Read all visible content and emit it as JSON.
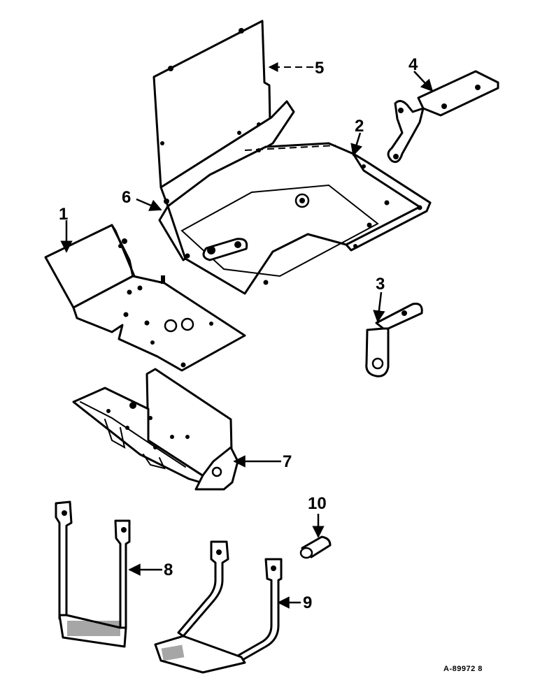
{
  "callouts": {
    "c1": "1",
    "c2": "2",
    "c3": "3",
    "c4": "4",
    "c5": "5",
    "c6": "6",
    "c7": "7",
    "c8": "8",
    "c9": "9",
    "c10": "10"
  },
  "figure_id": "A-89972 8"
}
